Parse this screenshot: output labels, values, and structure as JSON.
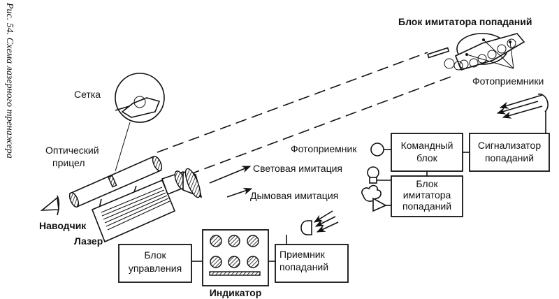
{
  "caption": "Рис. 54. Схема лазерного тренажера",
  "labels": {
    "target_block": "Блок имитатора попаданий",
    "photoreceivers": "Фотоприемники",
    "reticle": "Сетка",
    "optical_sight_line1": "Оптический",
    "optical_sight_line2": "прицел",
    "gunner": "Наводчик",
    "laser": "Лазер",
    "photoreceiver": "Фотоприемник",
    "light_imitation": "Световая имитация",
    "smoke_imitation": "Дымовая имитация",
    "indicator": "Индикатор"
  },
  "blocks": {
    "command_block": [
      "Командный",
      "блок"
    ],
    "hit_signaller": [
      "Сигнализатор",
      "попаданий"
    ],
    "hit_imitator_block": [
      "Блок",
      "имитатора",
      "попаданий"
    ],
    "control_block": [
      "Блок",
      "управления"
    ],
    "hit_receiver": [
      "Приемник",
      "попаданий"
    ]
  }
}
